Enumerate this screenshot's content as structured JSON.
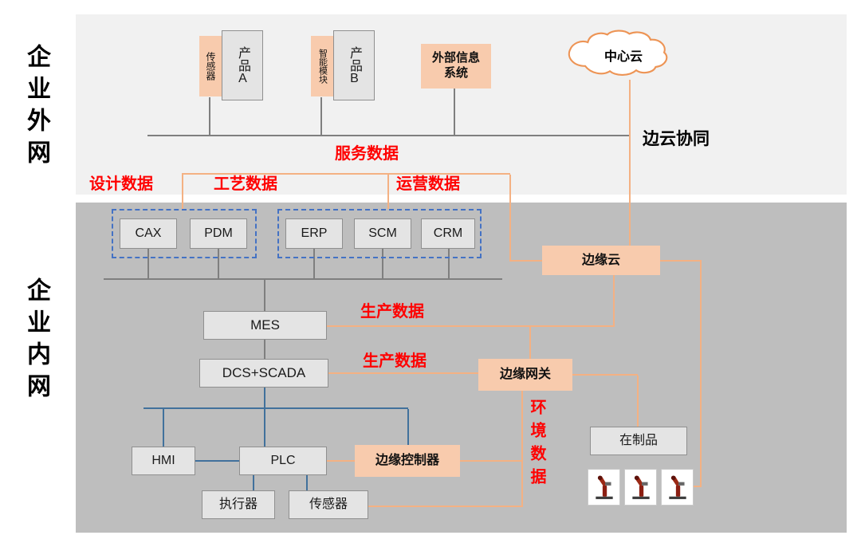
{
  "side_labels": {
    "external": "企业外网",
    "internal": "企业内网"
  },
  "external_zone": {
    "product_a": {
      "attachment": "传感器",
      "label": "产品A"
    },
    "product_b": {
      "attachment": "智能模块",
      "label": "产品B"
    },
    "external_info_system": "外部信息系统",
    "central_cloud": "中心云",
    "service_data": "服务数据",
    "edge_cloud_synergy": "边云协同",
    "design_data": "设计数据",
    "process_data": "工艺数据",
    "operation_data": "运营数据"
  },
  "internal_zone": {
    "cax": "CAX",
    "pdm": "PDM",
    "erp": "ERP",
    "scm": "SCM",
    "crm": "CRM",
    "edge_cloud": "边缘云",
    "mes": "MES",
    "production_data_upper": "生产数据",
    "dcs_scada": "DCS+SCADA",
    "production_data_lower": "生产数据",
    "edge_gateway": "边缘网关",
    "environment_data": "环境数据",
    "hmi": "HMI",
    "plc": "PLC",
    "edge_controller": "边缘控制器",
    "actuator": "执行器",
    "sensor": "传感器",
    "wip": "在制品"
  },
  "icons": {
    "cloud": "cloud-outline",
    "robots": "robot-arm"
  },
  "colors": {
    "accent_orange_fill": "#F8CBAD",
    "orange_line": "#F4B183",
    "red_label": "#FF0000",
    "dashed_blue": "#4472C4",
    "line_blue": "#41719C",
    "line_gray": "#7F7F7F",
    "zone_light": "#F1F1F1",
    "zone_dark": "#BEBEBE",
    "node_gray_fill": "#E4E4E4"
  }
}
